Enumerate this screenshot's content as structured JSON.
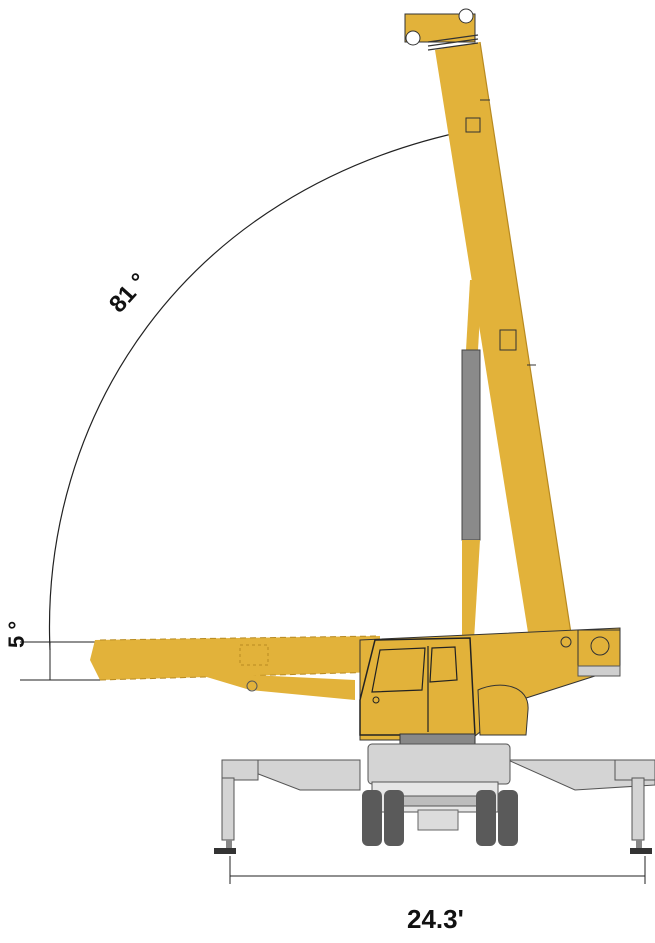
{
  "diagram": {
    "max_angle_label": "81 °",
    "min_angle_label": "5 °",
    "outrigger_span_label": "24.3'"
  },
  "colors": {
    "boom": "#e2b23a",
    "boom_dark": "#c99a26",
    "cylinder": "#8a8a8a",
    "carrier": "#d4d4d4",
    "tire": "#5a5a5a",
    "outline": "#222222"
  }
}
